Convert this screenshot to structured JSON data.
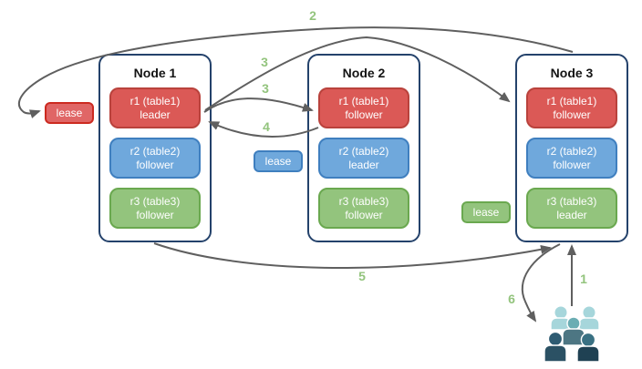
{
  "diagram": {
    "nodes": [
      {
        "title": "Node 1",
        "replicas": [
          {
            "name": "r1 (table1)",
            "role": "leader"
          },
          {
            "name": "r2 (table2)",
            "role": "follower"
          },
          {
            "name": "r3 (table3)",
            "role": "follower"
          }
        ]
      },
      {
        "title": "Node 2",
        "replicas": [
          {
            "name": "r1 (table1)",
            "role": "follower"
          },
          {
            "name": "r2 (table2)",
            "role": "leader"
          },
          {
            "name": "r3 (table3)",
            "role": "follower"
          }
        ]
      },
      {
        "title": "Node 3",
        "replicas": [
          {
            "name": "r1 (table1)",
            "role": "follower"
          },
          {
            "name": "r2 (table2)",
            "role": "follower"
          },
          {
            "name": "r3 (table3)",
            "role": "leader"
          }
        ]
      }
    ],
    "leases": [
      {
        "label": "lease",
        "color": "red"
      },
      {
        "label": "lease",
        "color": "blue"
      },
      {
        "label": "lease",
        "color": "green"
      }
    ],
    "steps": [
      {
        "label": "1"
      },
      {
        "label": "2"
      },
      {
        "label": "3"
      },
      {
        "label": "3"
      },
      {
        "label": "4"
      },
      {
        "label": "5"
      },
      {
        "label": "6"
      }
    ],
    "icons": {
      "users": "users-icon"
    },
    "colors": {
      "node_border": "#24426b",
      "replica_red_fill": "#db5956",
      "replica_red_border": "#b9423c",
      "replica_blue_fill": "#6fa8dc",
      "replica_blue_border": "#3f7fbf",
      "replica_green_fill": "#93c47d",
      "replica_green_border": "#6aa84f",
      "lease_red_fill": "#e06666",
      "lease_red_border": "#cc2a20",
      "arrow_gray": "#5f5f5f",
      "step_label_green": "#93c47d",
      "users_light_teal": "#a6d6db",
      "users_mid_teal": "#6aadb3",
      "users_slate": "#4d7683",
      "users_dark_teal": "#2e5b72",
      "users_navy": "#1f4153"
    }
  }
}
